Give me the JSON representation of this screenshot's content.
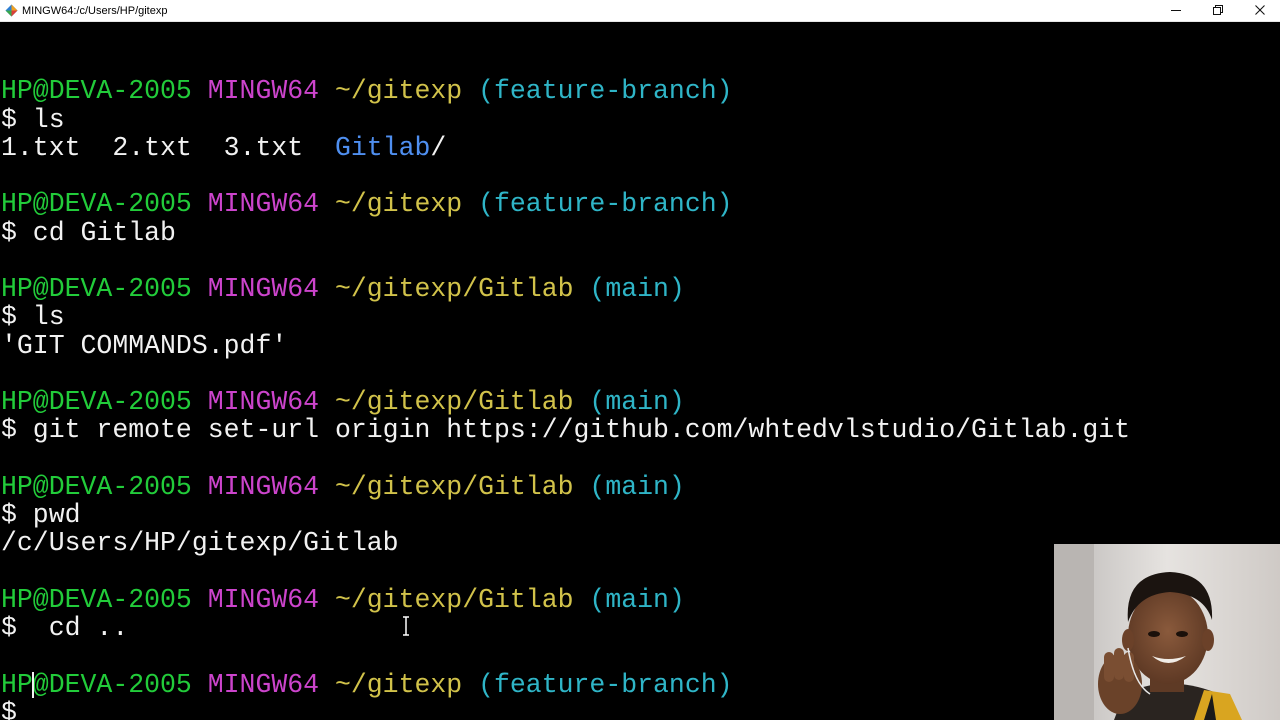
{
  "window": {
    "title": "MINGW64:/c/Users/HP/gitexp",
    "app_icon": "mingw-app-icon",
    "controls": {
      "minimize_icon": "minimize-icon",
      "restore_icon": "restore-icon",
      "close_icon": "close-icon"
    }
  },
  "colors": {
    "background": "#000000",
    "user_host": "#22cc3a",
    "mingw": "#cc44cc",
    "path": "#d1c24a",
    "branch": "#2fb5c7",
    "text": "#f2f2f2",
    "directory": "#4f8ff0"
  },
  "terminal": {
    "lines": [
      {
        "segments": []
      },
      {
        "segments": [
          {
            "text": "HP@DEVA-2005 ",
            "style": "user"
          },
          {
            "text": "MINGW64 ",
            "style": "host"
          },
          {
            "text": "~/gitexp ",
            "style": "path"
          },
          {
            "text": "(feature-branch)",
            "style": "branch"
          }
        ]
      },
      {
        "segments": [
          {
            "text": "$ ls",
            "style": "plain"
          }
        ]
      },
      {
        "segments": [
          {
            "text": "1.txt  2.txt  3.txt  ",
            "style": "plain"
          },
          {
            "text": "Gitlab",
            "style": "dir"
          },
          {
            "text": "/",
            "style": "plain"
          }
        ]
      },
      {
        "segments": []
      },
      {
        "segments": [
          {
            "text": "HP@DEVA-2005 ",
            "style": "user"
          },
          {
            "text": "MINGW64 ",
            "style": "host"
          },
          {
            "text": "~/gitexp ",
            "style": "path"
          },
          {
            "text": "(feature-branch)",
            "style": "branch"
          }
        ]
      },
      {
        "segments": [
          {
            "text": "$ cd Gitlab",
            "style": "plain"
          }
        ]
      },
      {
        "segments": []
      },
      {
        "segments": [
          {
            "text": "HP@DEVA-2005 ",
            "style": "user"
          },
          {
            "text": "MINGW64 ",
            "style": "host"
          },
          {
            "text": "~/gitexp/Gitlab ",
            "style": "path"
          },
          {
            "text": "(main)",
            "style": "branch"
          }
        ]
      },
      {
        "segments": [
          {
            "text": "$ ls",
            "style": "plain"
          }
        ]
      },
      {
        "segments": [
          {
            "text": "'GIT COMMANDS.pdf'",
            "style": "plain"
          }
        ]
      },
      {
        "segments": []
      },
      {
        "segments": [
          {
            "text": "HP@DEVA-2005 ",
            "style": "user"
          },
          {
            "text": "MINGW64 ",
            "style": "host"
          },
          {
            "text": "~/gitexp/Gitlab ",
            "style": "path"
          },
          {
            "text": "(main)",
            "style": "branch"
          }
        ]
      },
      {
        "segments": [
          {
            "text": "$ git remote set-url origin https://github.com/whtedvlstudio/Gitlab.git",
            "style": "plain"
          }
        ]
      },
      {
        "segments": []
      },
      {
        "segments": [
          {
            "text": "HP@DEVA-2005 ",
            "style": "user"
          },
          {
            "text": "MINGW64 ",
            "style": "host"
          },
          {
            "text": "~/gitexp/Gitlab ",
            "style": "path"
          },
          {
            "text": "(main)",
            "style": "branch"
          }
        ]
      },
      {
        "segments": [
          {
            "text": "$ pwd",
            "style": "plain"
          }
        ]
      },
      {
        "segments": [
          {
            "text": "/c/Users/HP/gitexp/Gitlab",
            "style": "plain"
          }
        ]
      },
      {
        "segments": []
      },
      {
        "segments": [
          {
            "text": "HP@DEVA-2005 ",
            "style": "user"
          },
          {
            "text": "MINGW64 ",
            "style": "host"
          },
          {
            "text": "~/gitexp/Gitlab ",
            "style": "path"
          },
          {
            "text": "(main)",
            "style": "branch"
          }
        ]
      },
      {
        "segments": [
          {
            "text": "$  cd ..",
            "style": "plain"
          }
        ]
      },
      {
        "segments": []
      },
      {
        "segments": [
          {
            "text": "HP@DEVA-2005 ",
            "style": "user"
          },
          {
            "text": "MINGW64 ",
            "style": "host"
          },
          {
            "text": "~/gitexp ",
            "style": "path"
          },
          {
            "text": "(feature-branch)",
            "style": "branch"
          }
        ]
      },
      {
        "segments": [
          {
            "text": "$ ",
            "style": "plain"
          }
        ]
      }
    ],
    "cursor_icon": "text-cursor-icon",
    "mouse_icon": "ibeam-mouse-icon"
  },
  "webcam": {
    "icon": "webcam-person-image"
  }
}
